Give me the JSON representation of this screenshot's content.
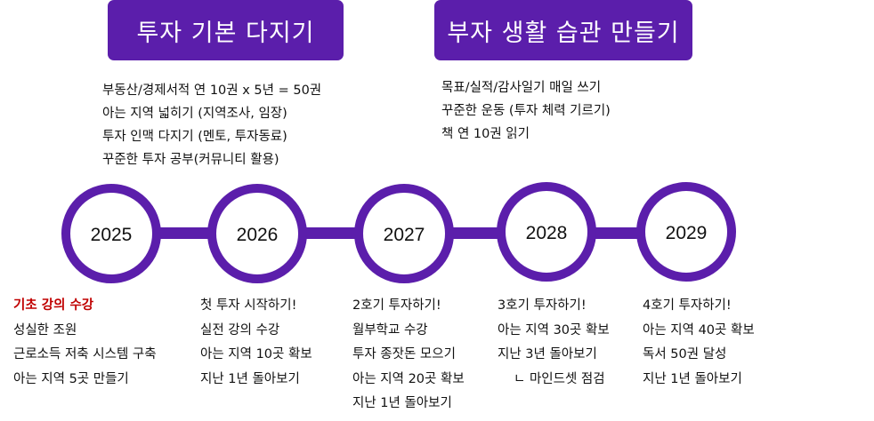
{
  "banners": {
    "left": "투자 기본 다지기",
    "right": "부자 생활 습관 만들기"
  },
  "goals_left": [
    "부동산/경제서적 연 10권 x 5년 = 50권",
    "아는 지역 넓히기 (지역조사, 임장)",
    "투자 인맥 다지기 (멘토, 투자동료)",
    "꾸준한 투자 공부(커뮤니티 활용)"
  ],
  "goals_right": [
    "목표/실적/감사일기 매일 쓰기",
    "꾸준한 운동 (투자 체력 기르기)",
    "책 연 10권 읽기"
  ],
  "timeline": {
    "years": [
      "2025",
      "2026",
      "2027",
      "2028",
      "2029"
    ]
  },
  "plans": {
    "p2025": [
      "기초 강의 수강",
      "성실한 조원",
      "근로소득 저축 시스템 구축",
      "아는 지역 5곳 만들기"
    ],
    "p2026": [
      "첫 투자 시작하기!",
      "실전 강의 수강",
      "아는 지역 10곳 확보",
      "지난 1년 돌아보기"
    ],
    "p2027": [
      "2호기 투자하기!",
      "월부학교 수강",
      "투자 종잣돈 모으기",
      "아는 지역 20곳 확보",
      "지난 1년 돌아보기"
    ],
    "p2028": [
      "3호기 투자하기!",
      "아는 지역 30곳 확보",
      "지난 3년 돌아보기",
      "ㄴ 마인드셋 점검"
    ],
    "p2029": [
      "4호기 투자하기!",
      "아는 지역 40곳 확보",
      "독서 50권 달성",
      "지난 1년 돌아보기"
    ]
  },
  "colors": {
    "accent": "#5b1eab",
    "highlight": "#c00000"
  }
}
